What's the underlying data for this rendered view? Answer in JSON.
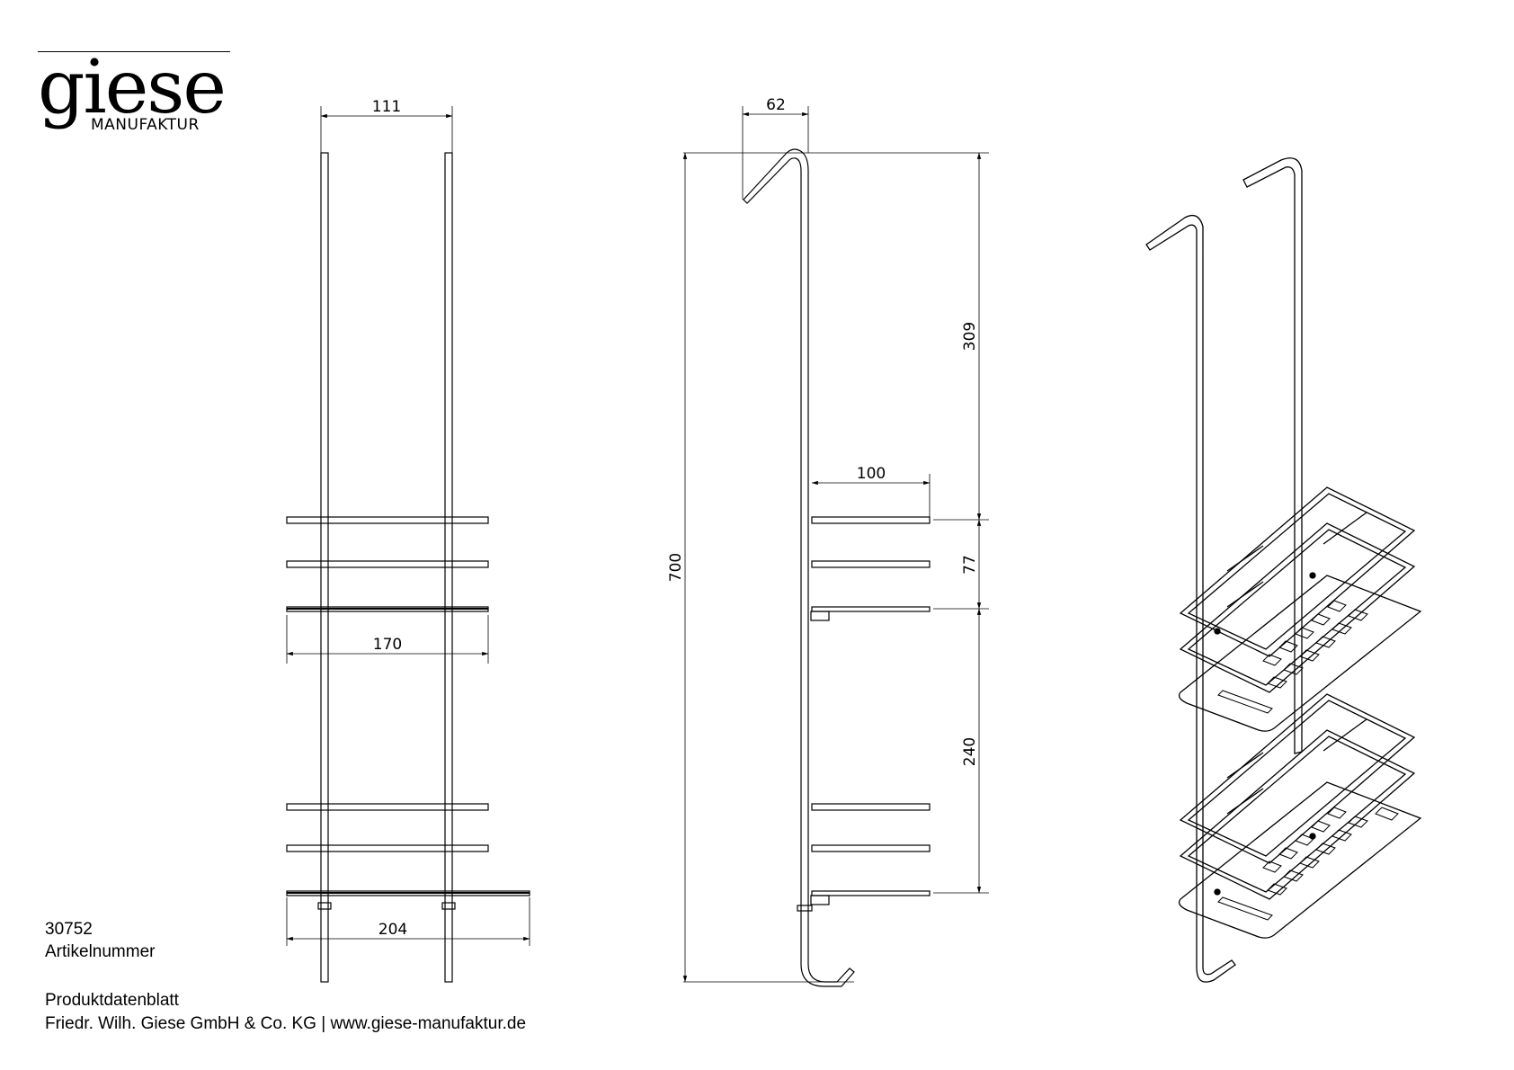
{
  "logo": {
    "wordmark": "giese",
    "subline": "MANUFAKTUR"
  },
  "article": {
    "number": "30752",
    "label": "Artikelnummer"
  },
  "footer": {
    "title": "Produktdatenblatt",
    "company": "Friedr. Wilh. Giese GmbH & Co. KG | www.giese-manufaktur.de"
  },
  "front_view": {
    "dim_top": "111",
    "dim_middle": "170",
    "dim_bottom": "204"
  },
  "side_view": {
    "dim_hook": "62",
    "dim_height": "700",
    "dim_depth": "100",
    "dim_upper": "309",
    "dim_shelf_gap": "77",
    "dim_lower": "240"
  }
}
